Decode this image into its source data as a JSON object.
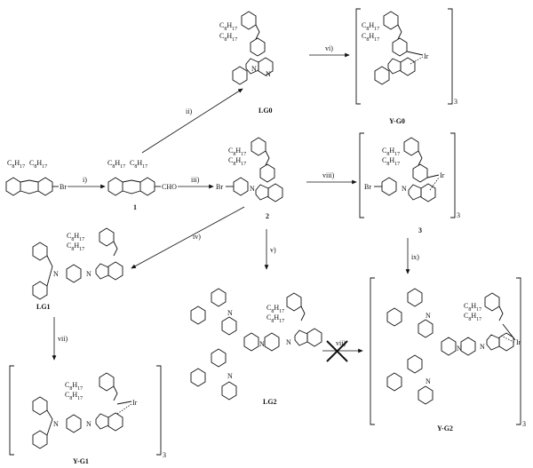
{
  "substituent": "C8H17",
  "labels": {
    "br": "Br",
    "cho": "CHO",
    "n": "N",
    "ir": "Ir",
    "three": "3",
    "c": "C",
    "h": "H",
    "eight": "8",
    "seventeen": "17"
  },
  "steps": [
    "i)",
    "ii)",
    "iii)",
    "iv)",
    "v)",
    "vi)",
    "vii)",
    "viii)",
    "ix)",
    "vii)"
  ],
  "compounds": {
    "c1": "1",
    "c2": "2",
    "c3": "3",
    "lg0": "LG0",
    "yg0": "Y-G0",
    "lg1": "LG1",
    "lg2": "LG2",
    "yg1": "Y-G1",
    "yg2": "Y-G2"
  }
}
